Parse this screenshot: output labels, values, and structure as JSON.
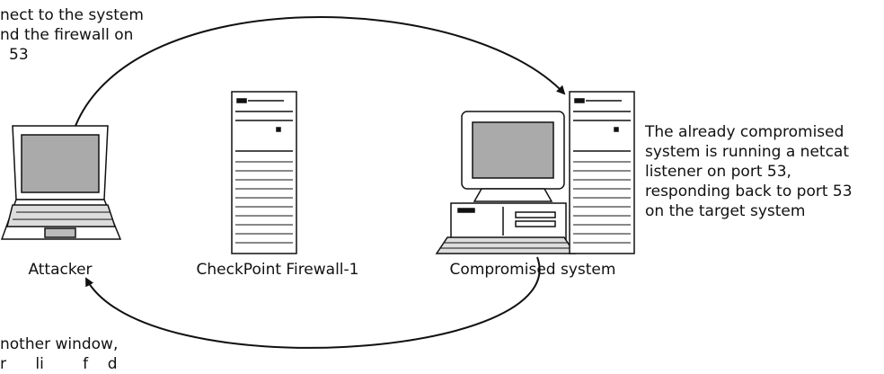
{
  "notes": {
    "top": [
      "nect to the system",
      "nd the firewall on",
      "53"
    ],
    "right": [
      "The already compromised",
      "system is running a netcat",
      "listener on port 53,",
      "responding back to port 53",
      "on the target system"
    ],
    "bottom": [
      "nother window,",
      "r      li        f    d"
    ]
  },
  "labels": {
    "attacker": "Attacker",
    "firewall": "CheckPoint Firewall-1",
    "compromised": "Compromised system"
  },
  "icons": [
    "laptop-icon",
    "server-tower-icon",
    "desktop-computer-icon",
    "server-tower-icon"
  ]
}
